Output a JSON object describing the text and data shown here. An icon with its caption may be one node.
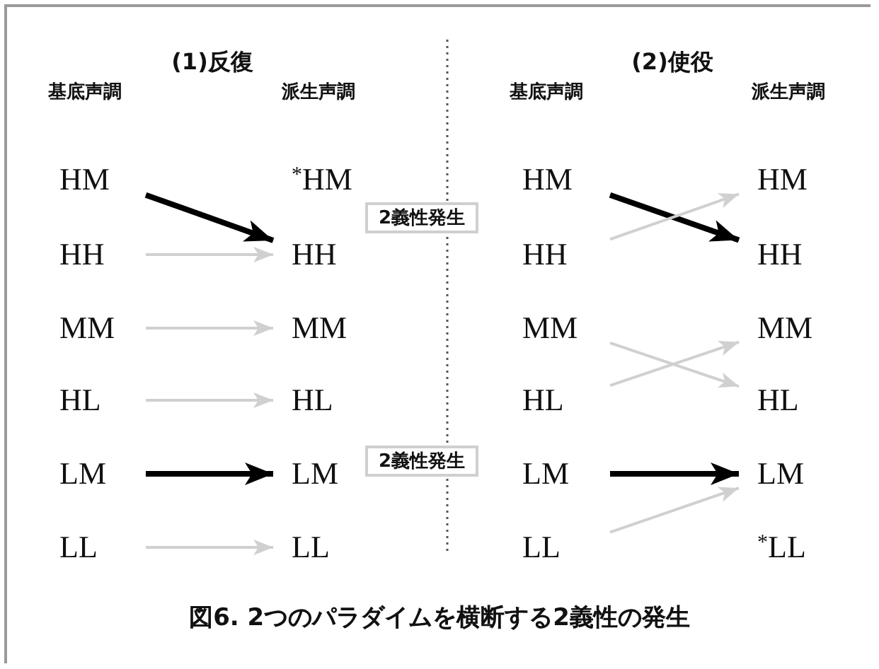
{
  "diagram": {
    "caption": "図6. 2つのパラダイムを横断する2義性の発生",
    "nodes": [
      {
        "text": [
          "HM"
        ]
      },
      {
        "text": [
          "HH"
        ]
      },
      {
        "text": [
          "MM"
        ]
      },
      {
        "text": [
          "HL"
        ]
      },
      {
        "text": [
          "LM"
        ]
      },
      {
        "text": [
          "LL"
        ]
      },
      {
        "text": [
          "$^{*}$HM"
        ]
      },
      {
        "text": [
          "HH"
        ]
      },
      {
        "text": [
          "MM"
        ]
      },
      {
        "text": [
          "HL"
        ]
      },
      {
        "text": [
          "LM"
        ]
      },
      {
        "text": [
          "LL"
        ]
      },
      {
        "text": [
          "HM"
        ]
      },
      {
        "text": [
          "HH"
        ]
      },
      {
        "text": [
          "MM"
        ]
      },
      {
        "text": [
          "HL"
        ]
      },
      {
        "text": [
          "LM"
        ]
      },
      {
        "text": [
          "LL"
        ]
      },
      {
        "text": [
          "HM"
        ]
      },
      {
        "text": [
          "HH"
        ]
      },
      {
        "text": [
          "MM"
        ]
      },
      {
        "text": [
          "HL"
        ]
      },
      {
        "text": [
          "LM"
        ]
      },
      {
        "text": [
          "$^{*}$LL"
        ]
      },
      {
        "text": [
          "2義性発生"
        ]
      },
      {
        "text": [
          "2義性発生"
        ]
      }
    ],
    "edges": [
      {
        "from": 0,
        "to": 7,
        "arrow": "to",
        "style": "thick",
        "color": "#000000"
      },
      {
        "from": 1,
        "to": 7,
        "arrow": "to"
      },
      {
        "from": 2,
        "to": 8,
        "arrow": "to"
      },
      {
        "from": 3,
        "to": 9,
        "arrow": "to"
      },
      {
        "from": 4,
        "to": 10,
        "arrow": "to",
        "style": "thick",
        "color": "#000000"
      },
      {
        "from": 5,
        "to": 11,
        "arrow": "to"
      },
      {
        "from": 12,
        "to": 19,
        "arrow": "to",
        "style": "thick",
        "color": "#000000"
      },
      {
        "from": 13,
        "to": 18,
        "arrow": "to"
      },
      {
        "from": 14,
        "to": 21,
        "arrow": "to"
      },
      {
        "from": 15,
        "to": 20,
        "arrow": "to"
      },
      {
        "from": 16,
        "to": 22,
        "arrow": "to",
        "style": "thick",
        "color": "#000000"
      },
      {
        "from": 17,
        "to": 22,
        "arrow": "to"
      }
    ],
    "labels": [
      "(1)反復",
      "(2)使役",
      "基底声調",
      "派生声調",
      "基底声調",
      "派生声調"
    ]
  }
}
